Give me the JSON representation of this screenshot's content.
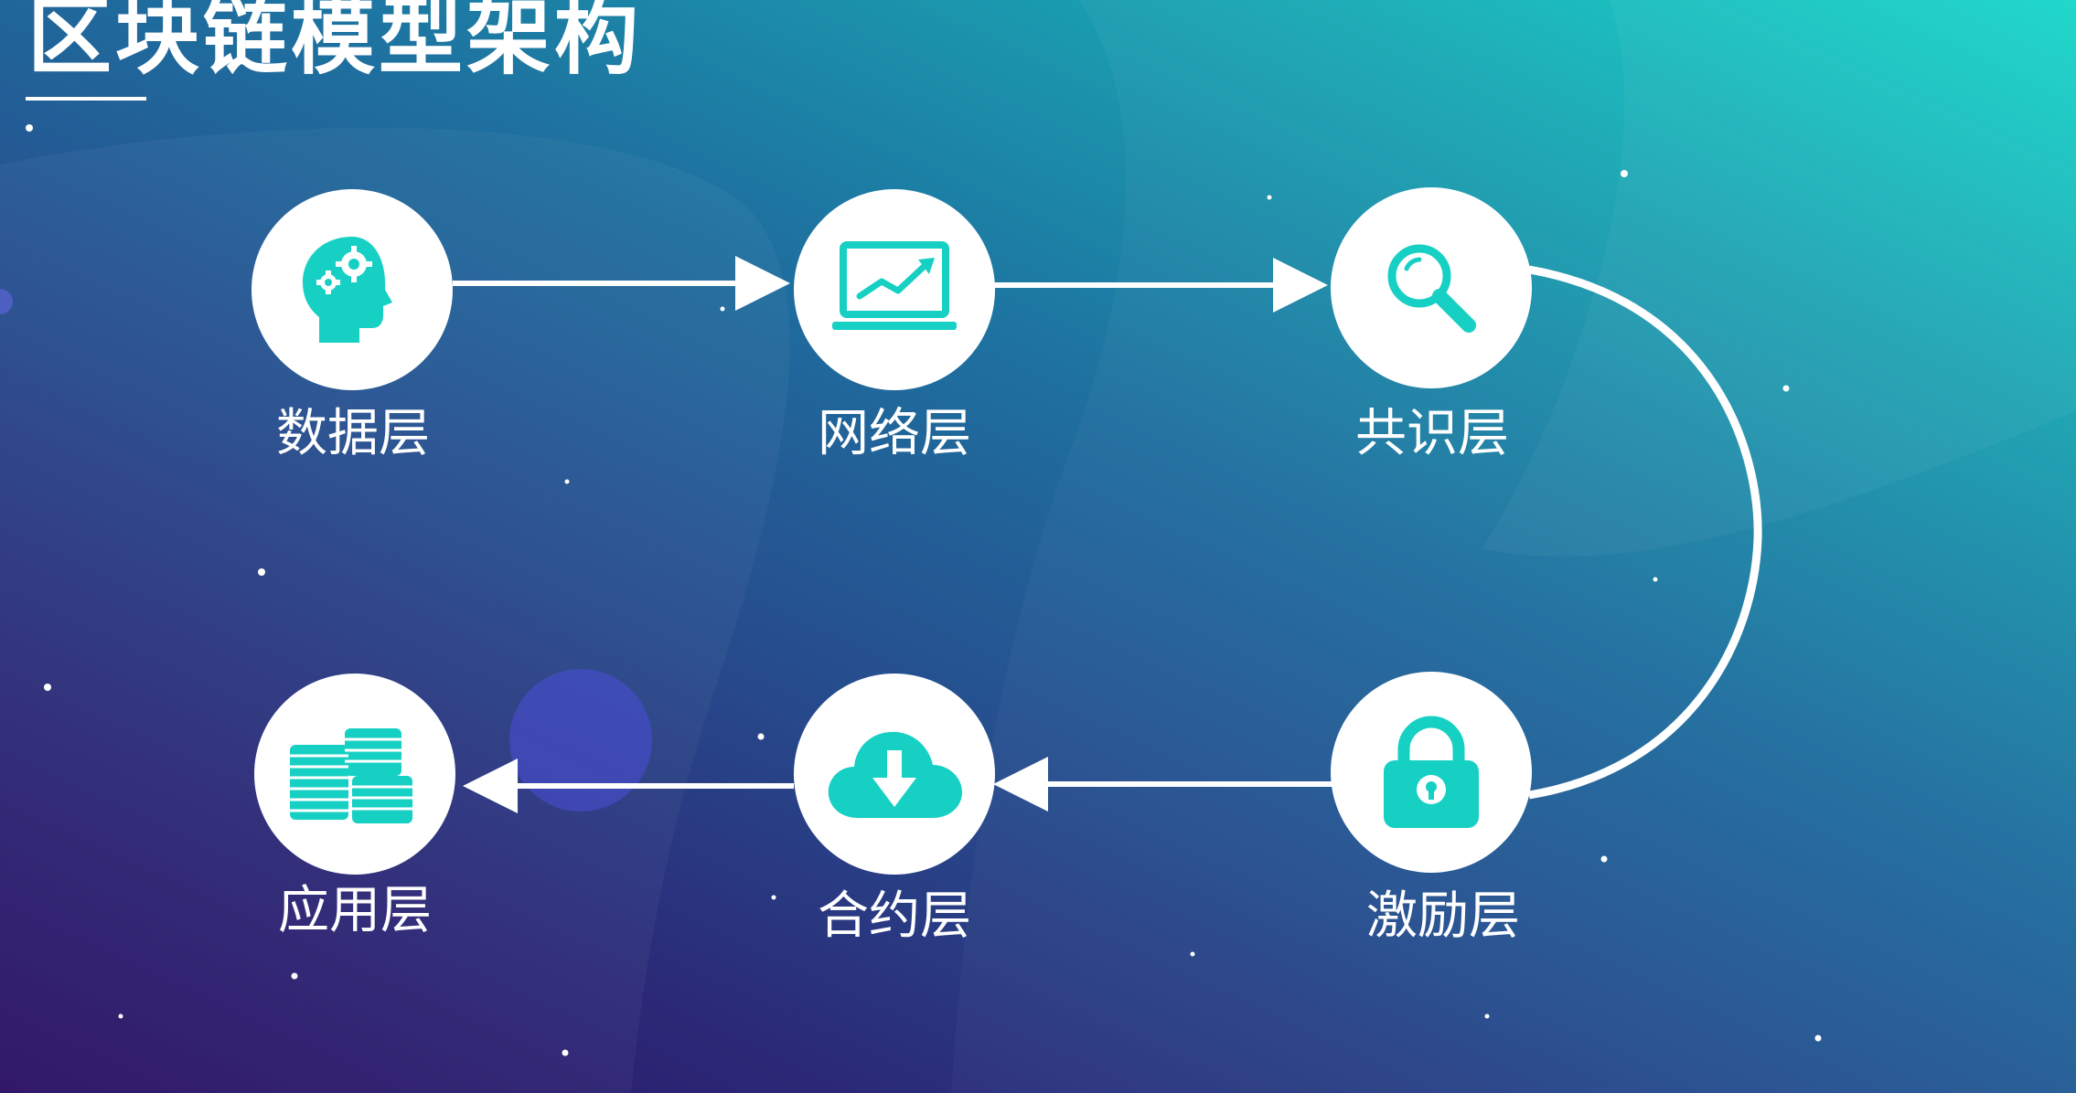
{
  "title": "区块链模型架构",
  "colors": {
    "accent": "#17d0c4",
    "node_fill": "#ffffff",
    "connector": "#ffffff",
    "text": "#ffffff"
  },
  "layers": [
    {
      "id": "data",
      "label": "数据层",
      "icon": "head-gears-icon"
    },
    {
      "id": "network",
      "label": "网络层",
      "icon": "laptop-chart-icon"
    },
    {
      "id": "consensus",
      "label": "共识层",
      "icon": "magnifier-icon"
    },
    {
      "id": "incentive",
      "label": "激励层",
      "icon": "padlock-icon"
    },
    {
      "id": "contract",
      "label": "合约层",
      "icon": "cloud-download-icon"
    },
    {
      "id": "application",
      "label": "应用层",
      "icon": "coin-stacks-icon"
    }
  ],
  "flow": [
    "data",
    "network",
    "consensus",
    "incentive",
    "contract",
    "application"
  ]
}
